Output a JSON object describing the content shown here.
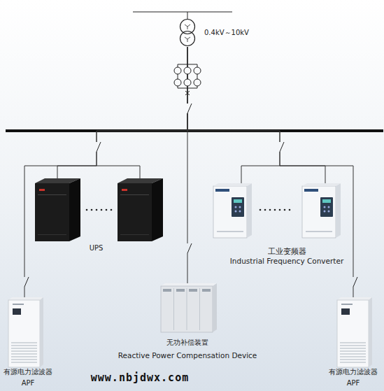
{
  "diagram": {
    "nodes": [
      {
        "text": [
          "0.4kV～10kV"
        ]
      },
      {
        "text": [
          "UPS"
        ]
      },
      {
        "text": [
          "工业变频器",
          "Industrial Frequency Converter"
        ]
      },
      {
        "text": [
          "有源电力滤波器",
          "APF"
        ]
      },
      {
        "text": [
          "无功补偿装置",
          "Reactive Power Compensation Device"
        ]
      },
      {
        "text": [
          "有源电力滤波器",
          "APF"
        ]
      }
    ],
    "edges": [
      {
        "from": 0,
        "to": 1,
        "arrow": "none"
      },
      {
        "from": 0,
        "to": 2,
        "arrow": "none"
      },
      {
        "from": 0,
        "to": 3,
        "arrow": "none"
      },
      {
        "from": 0,
        "to": 4,
        "arrow": "none"
      },
      {
        "from": 0,
        "to": 5,
        "arrow": "none"
      }
    ],
    "labels": [
      "www.nbjdwx.com"
    ]
  }
}
